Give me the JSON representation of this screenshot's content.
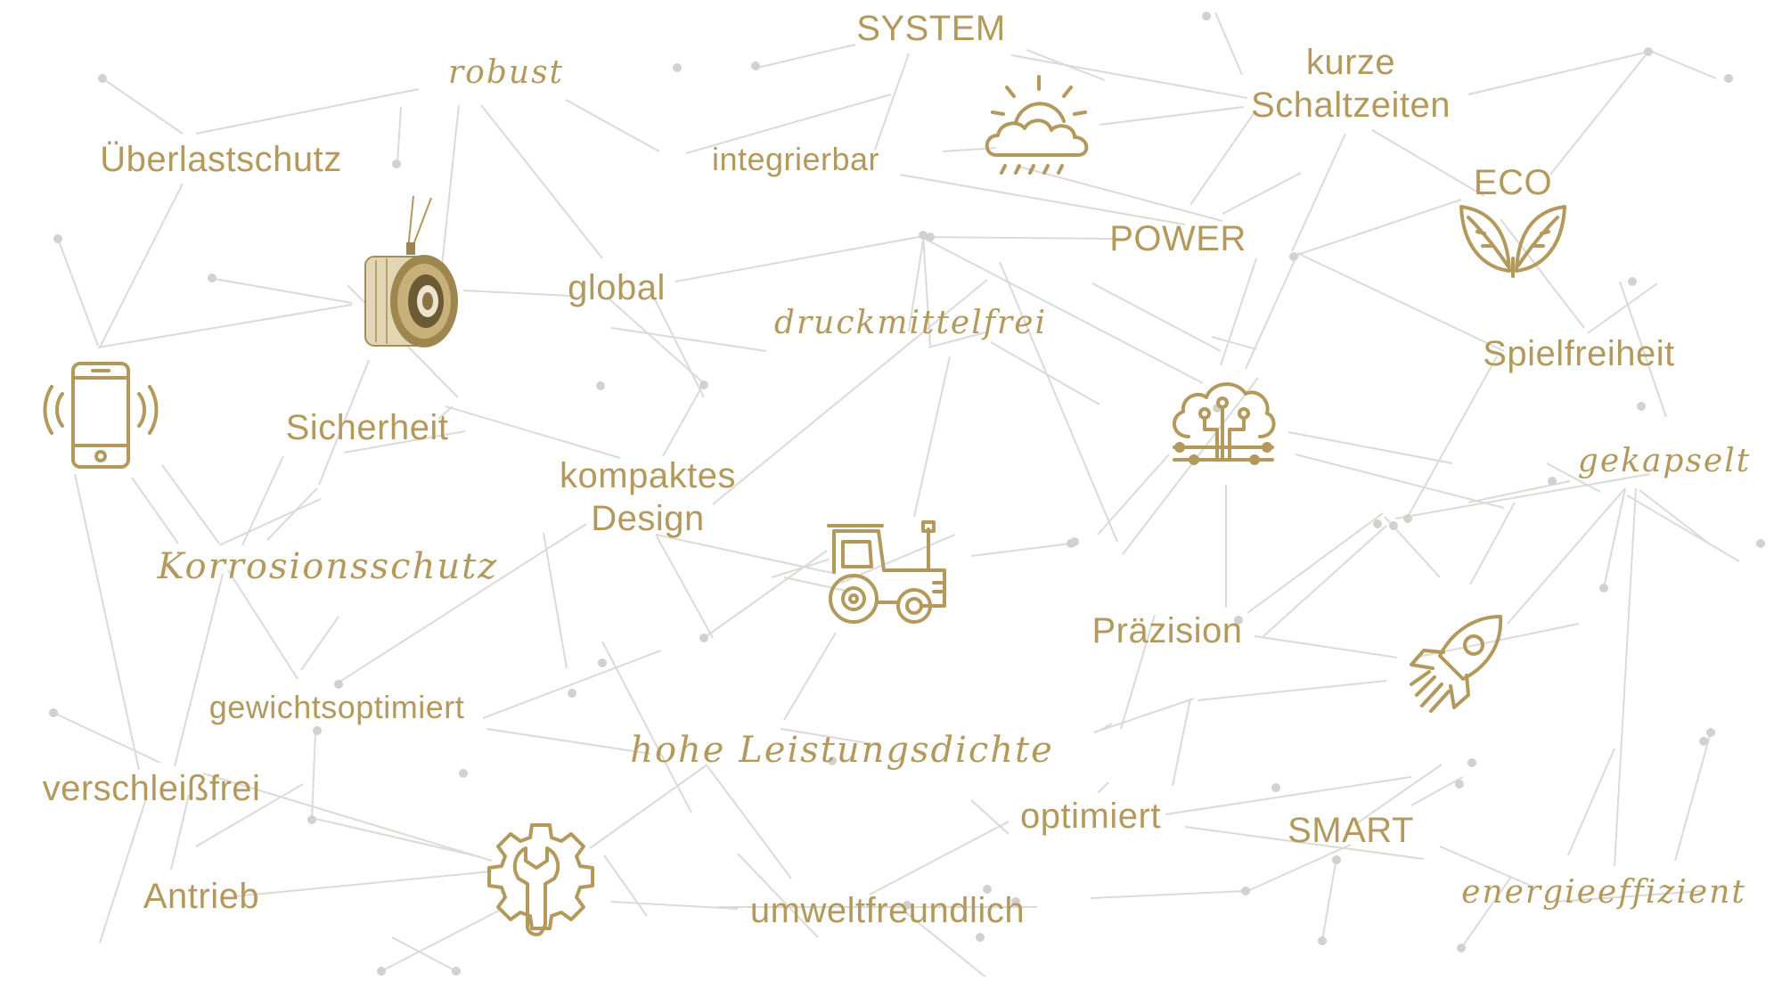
{
  "colors": {
    "accent": "#b39a5c",
    "network_line": "#dcdad6",
    "network_dot": "#d3d1cd",
    "background": "#ffffff"
  },
  "keywords": {
    "system": "SYSTEM",
    "robust": "robust",
    "kurze_schaltzeiten": "kurze\nSchaltzeiten",
    "ueberlastschutz": "Überlastschutz",
    "integrierbar": "integrierbar",
    "eco": "ECO",
    "power": "POWER",
    "global": "global",
    "druckmittelfrei": "druckmittelfrei",
    "spielfreiheit": "Spielfreiheit",
    "sicherheit": "Sicherheit",
    "kompaktes_design": "kompaktes\nDesign",
    "gekapselt": "gekapselt",
    "korrosionsschutz": "Korrosionsschutz",
    "praezision": "Präzision",
    "gewichtsoptimiert": "gewichtsoptimiert",
    "hohe_leistungsdichte": "hohe Leistungsdichte",
    "verschleissfrei": "verschleißfrei",
    "optimiert": "optimiert",
    "smart": "SMART",
    "antrieb": "Antrieb",
    "umweltfreundlich": "umweltfreundlich",
    "energieeffizient": "energieeffizient"
  },
  "icons": [
    "weather-cloud-icon",
    "leaves-eco-icon",
    "clutch-brake-icon",
    "smartphone-icon",
    "cloud-network-icon",
    "tractor-icon",
    "rocket-icon",
    "gear-wrench-icon"
  ]
}
